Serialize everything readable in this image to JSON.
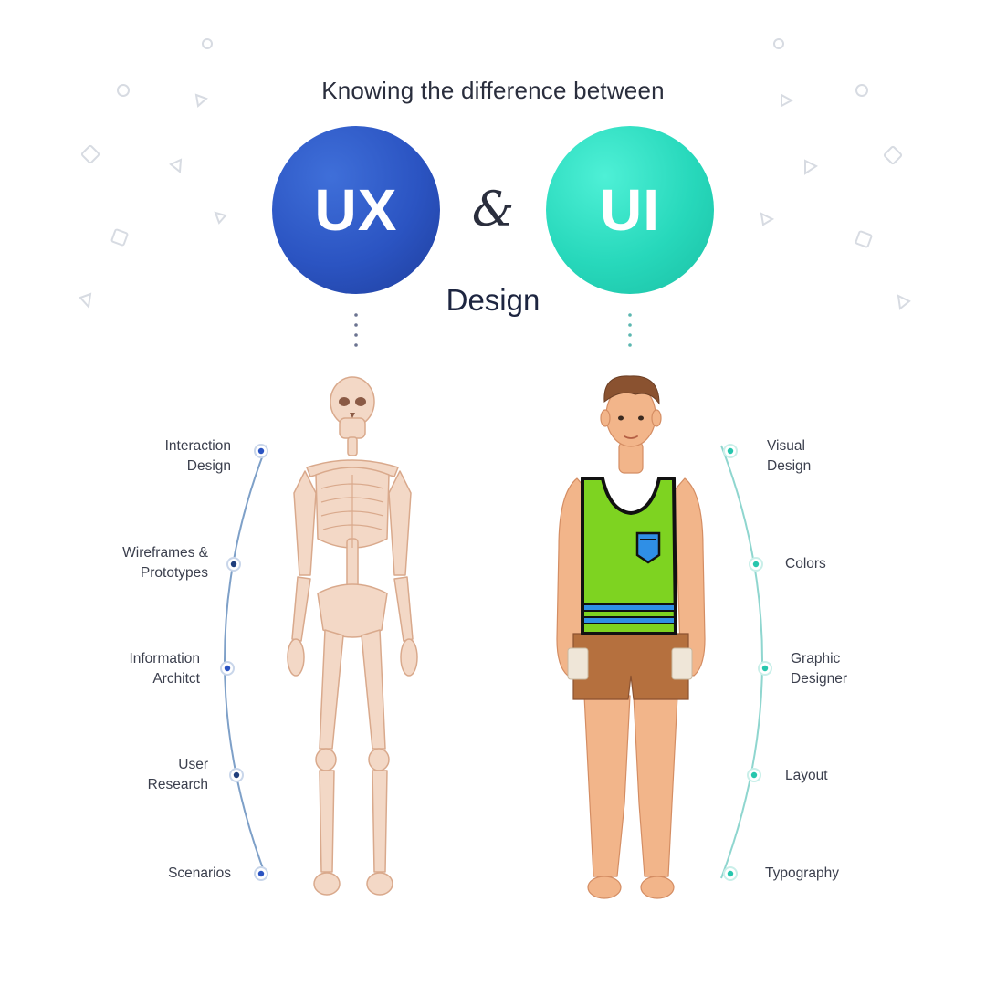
{
  "header": {
    "headline": "Knowing the difference between",
    "ux_label": "UX",
    "ampersand": "&",
    "ui_label": "UI",
    "subtitle": "Design"
  },
  "colors": {
    "ux_blue": "#2b54c2",
    "ui_teal": "#27d8bb",
    "text_dark": "#1d2540",
    "tank_top_green": "#7ed321",
    "shorts_brown": "#b5703e",
    "skin": "#f2b58a",
    "bone": "#f3d8c6"
  },
  "ux_side": {
    "figure": "skeleton-figure",
    "items": [
      {
        "line1": "Interaction",
        "line2": "Design"
      },
      {
        "line1": "Wireframes &",
        "line2": "Prototypes"
      },
      {
        "line1": "Information",
        "line2": "Architct"
      },
      {
        "line1": "User",
        "line2": "Research"
      },
      {
        "line1": "Scenarios",
        "line2": ""
      }
    ]
  },
  "ui_side": {
    "figure": "person-figure",
    "items": [
      {
        "line1": "Visual",
        "line2": "Design"
      },
      {
        "line1": "Colors",
        "line2": ""
      },
      {
        "line1": "Graphic",
        "line2": "Designer"
      },
      {
        "line1": "Layout",
        "line2": ""
      },
      {
        "line1": "Typography",
        "line2": ""
      }
    ]
  }
}
